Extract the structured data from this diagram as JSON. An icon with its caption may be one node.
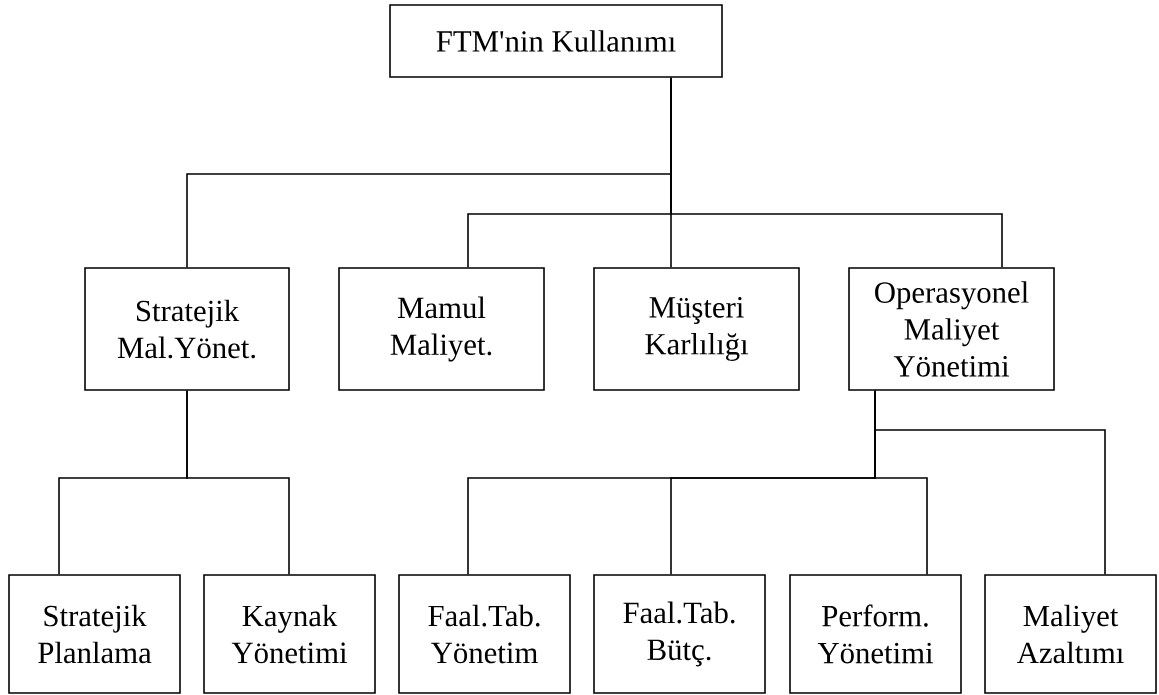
{
  "diagram": {
    "nodes": [
      {
        "text": [
          "FTM'nin Kullanımı"
        ]
      },
      {
        "text": [
          "Stratejik Mal.Yönet."
        ]
      },
      {
        "text": [
          "Mamul Maliyet."
        ]
      },
      {
        "text": [
          "Müşteri Karlılığı"
        ]
      },
      {
        "text": [
          "Operasyonel Maliyet Yönetimi"
        ]
      },
      {
        "text": [
          "Stratejik Planlama"
        ]
      },
      {
        "text": [
          "Kaynak Yönetimi"
        ]
      },
      {
        "text": [
          "Faal.Tab. Yönetim"
        ]
      },
      {
        "text": [
          "Faal.Tab. Bütç."
        ]
      },
      {
        "text": [
          "Perform. Yönetimi"
        ]
      },
      {
        "text": [
          "Maliyet Azaltımı"
        ]
      }
    ],
    "edges": [
      {
        "from": 0,
        "to": 1,
        "arrow": "none"
      },
      {
        "from": 0,
        "to": 2,
        "arrow": "none"
      },
      {
        "from": 0,
        "to": 3,
        "arrow": "none"
      },
      {
        "from": 0,
        "to": 4,
        "arrow": "none"
      },
      {
        "from": 1,
        "to": 5,
        "arrow": "none"
      },
      {
        "from": 1,
        "to": 6,
        "arrow": "none"
      },
      {
        "from": 4,
        "to": 7,
        "arrow": "none"
      },
      {
        "from": 4,
        "to": 8,
        "arrow": "none"
      },
      {
        "from": 4,
        "to": 9,
        "arrow": "none"
      },
      {
        "from": 4,
        "to": 10,
        "arrow": "none"
      }
    ]
  }
}
